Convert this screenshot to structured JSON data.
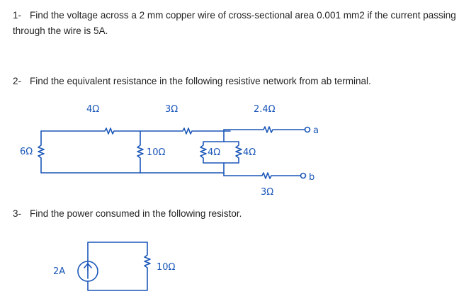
{
  "questions": [
    {
      "number": "1-",
      "text": "Find the voltage across a 2 mm copper wire of cross-sectional area 0.001 mm2 if the current passing through the wire is 5A."
    },
    {
      "number": "2-",
      "text": "Find the equivalent resistance in the following resistive network from ab terminal."
    },
    {
      "number": "3-",
      "text": "Find the power consumed in the following resistor."
    }
  ],
  "circuit1": {
    "r_top_left": "4Ω",
    "r_top_mid": "3Ω",
    "r_top_right": "2.4Ω",
    "r_left": "6Ω",
    "r_mid": "10Ω",
    "r_4a": "4Ω",
    "r_4b": "4Ω",
    "r_bottom": "3Ω",
    "terminal_a": "a",
    "terminal_b": "b"
  },
  "circuit2": {
    "source": "2A",
    "resistor": "10Ω"
  },
  "colors": {
    "ink": "#1b57b8",
    "text": "#1f1f1f"
  }
}
